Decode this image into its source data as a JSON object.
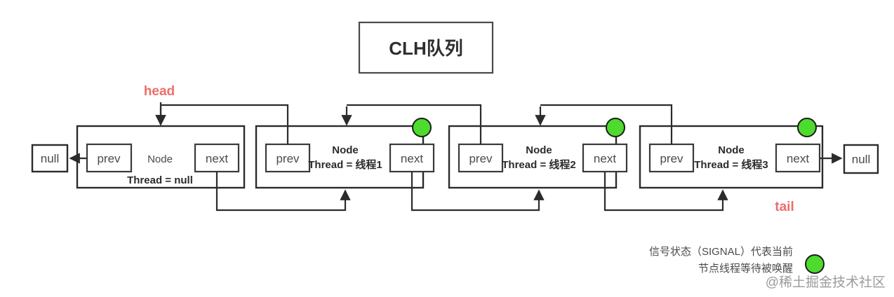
{
  "diagram": {
    "title": "CLH队列",
    "colors": {
      "signal_green": "#4ddb2e",
      "pointer_red": "#eb6f6d",
      "stroke": "#2b2b2b",
      "background": "#ffffff",
      "watermark": "#9b9b9b"
    },
    "pointers": {
      "head": "head",
      "tail": "tail"
    },
    "terminals": {
      "left_null": "null",
      "right_null": "null"
    },
    "slot_labels": {
      "prev": "prev",
      "next": "next"
    },
    "nodes": [
      {
        "id": "node-head",
        "class_label": "Node",
        "thread_label": "Thread = null",
        "prev": "prev",
        "next": "next",
        "signal": false,
        "pointer": "head"
      },
      {
        "id": "node-1",
        "class_label": "Node",
        "thread_label": "Thread = 线程1",
        "prev": "prev",
        "next": "next",
        "signal": true,
        "pointer": ""
      },
      {
        "id": "node-2",
        "class_label": "Node",
        "thread_label": "Thread = 线程2",
        "prev": "prev",
        "next": "next",
        "signal": true,
        "pointer": ""
      },
      {
        "id": "node-3",
        "class_label": "Node",
        "thread_label": "Thread = 线程3",
        "prev": "prev",
        "next": "next",
        "signal": true,
        "pointer": "tail"
      }
    ],
    "legend": {
      "line1": "信号状态（SIGNAL）代表当前",
      "line2": "节点线程等待被唤醒"
    },
    "watermark": "@稀土掘金技术社区"
  }
}
